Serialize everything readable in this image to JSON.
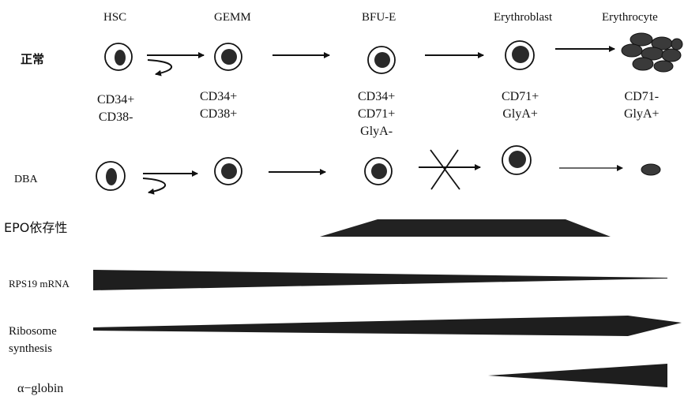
{
  "stages": [
    "HSC",
    "GEMM",
    "BFU-E",
    "Erythroblast",
    "Erythrocyte"
  ],
  "rows": {
    "normal_label": "正常",
    "dba_label": "DBA",
    "epo_label": "EPO依存性",
    "rps19_label": "RPS19 mRNA",
    "ribosome_label_1": "Ribosome",
    "ribosome_label_2": "synthesis",
    "globin_label": "α−globin"
  },
  "markers": {
    "hsc": [
      "CD34+",
      "CD38-"
    ],
    "gemm": [
      "CD34+",
      "CD38+"
    ],
    "bfue": [
      "CD34+",
      "CD71+",
      "GlyA-"
    ],
    "erythroblast": [
      "CD71+",
      "GlyA+"
    ],
    "erythrocyte": [
      "CD71-",
      "GlyA+"
    ]
  },
  "colors": {
    "ink": "#111111",
    "cell": "#2a2a2a",
    "rbc": "#3a3a3a"
  }
}
